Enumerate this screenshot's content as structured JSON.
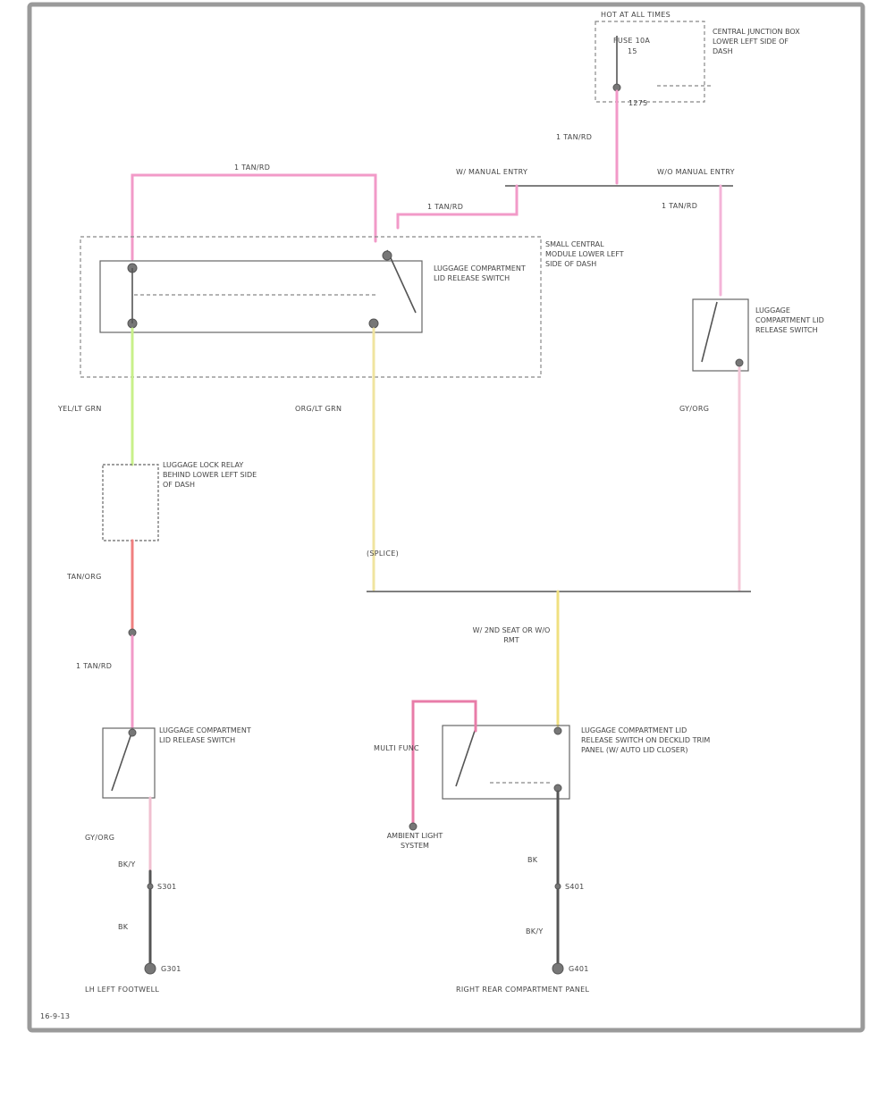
{
  "colors": {
    "pink": "#f29ac8",
    "light_green": "#c8f08a",
    "red": "#f07f7f",
    "yellow": "#f0e080",
    "pale_pink": "#f0c0d0",
    "black_wire": "#555555",
    "frame": "#9a9a9a"
  },
  "labels": {
    "fuse_header": "HOT AT ALL TIMES",
    "fuse_detail": "FUSE 10A",
    "fuse_number": "15",
    "fuse_desc": "CENTRAL JUNCTION BOX LOWER LEFT SIDE OF DASH",
    "fuse_wire_num": "1275",
    "wire_top_right": "1 TAN/RD",
    "splice_left": "W/ MANUAL ENTRY",
    "splice_right": "W/O MANUAL ENTRY",
    "wire_top_left": "1 TAN/RD",
    "wire_mid": "1 TAN/RD",
    "wire_right_col": "1 TAN/RD",
    "module_desc": "SMALL CENTRAL MODULE LOWER LEFT SIDE OF DASH",
    "module_switch_desc": "LUGGAGE COMPARTMENT LID RELEASE SWITCH",
    "switch_right_desc": "LUGGAGE COMPARTMENT LID RELEASE SWITCH",
    "wire_left_col": "YEL/LT GRN",
    "wire_center_col": "ORG/LT GRN",
    "wire_right_lower": "GY/ORG",
    "relay_desc": "LUGGAGE LOCK RELAY BEHIND LOWER LEFT SIDE OF DASH",
    "wire_left_lower": "TAN/ORG",
    "wire_left_lower2": "1 TAN/RD",
    "splice_note": "(SPLICE)",
    "switch_center_desc": "W/ 2ND SEAT OR W/O RMT",
    "switch_left_desc": "LUGGAGE COMPARTMENT LID RELEASE SWITCH",
    "switch_left_wire": "GY/ORG",
    "switch_left_bk": "BK/Y",
    "left_ground_wire": "BK/Y",
    "left_ground": "G301",
    "left_ground_loc": "LH LEFT FOOTWELL",
    "left_bk": "BK",
    "left_splice": "S301",
    "center_switch_desc": "LUGGAGE COMPARTMENT LID RELEASE SWITCH ON DECKLID TRIM PANEL (W/ AUTO LID CLOSER)",
    "ambient_label": "MULTI FUNC",
    "ambient_desc": "AMBIENT LIGHT SYSTEM",
    "right_bk": "BK",
    "right_splice": "S401",
    "right_bk2": "BK/Y",
    "right_ground": "G401",
    "right_ground_loc": "RIGHT REAR COMPARTMENT PANEL",
    "page_ref": "16-9-13"
  }
}
